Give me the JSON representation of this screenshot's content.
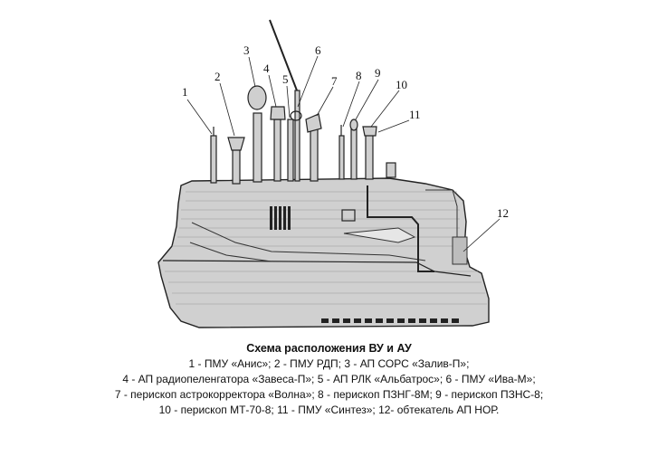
{
  "diagram": {
    "callouts": [
      "1",
      "2",
      "3",
      "4",
      "5",
      "6",
      "7",
      "8",
      "9",
      "10",
      "11",
      "12"
    ]
  },
  "caption": {
    "title": "Схема расположения ВУ и АУ",
    "lines": [
      "1 - ПМУ «Анис»; 2 - ПМУ РДП; 3 - АП СОРС «Залив-П»;",
      "4 - АП радиопеленгатора «Завеса-П»; 5 - АП РЛК «Альбатрос»; 6 - ПМУ «Ива-М»;",
      "7 - перископ астрокорректора «Волна»; 8 - перископ ПЗНГ-8М; 9 - перископ ПЗНС-8;",
      "10 - перископ МТ-70-8; 11 - ПМУ «Синтез»; 12- обтекатель АП НОР."
    ]
  }
}
